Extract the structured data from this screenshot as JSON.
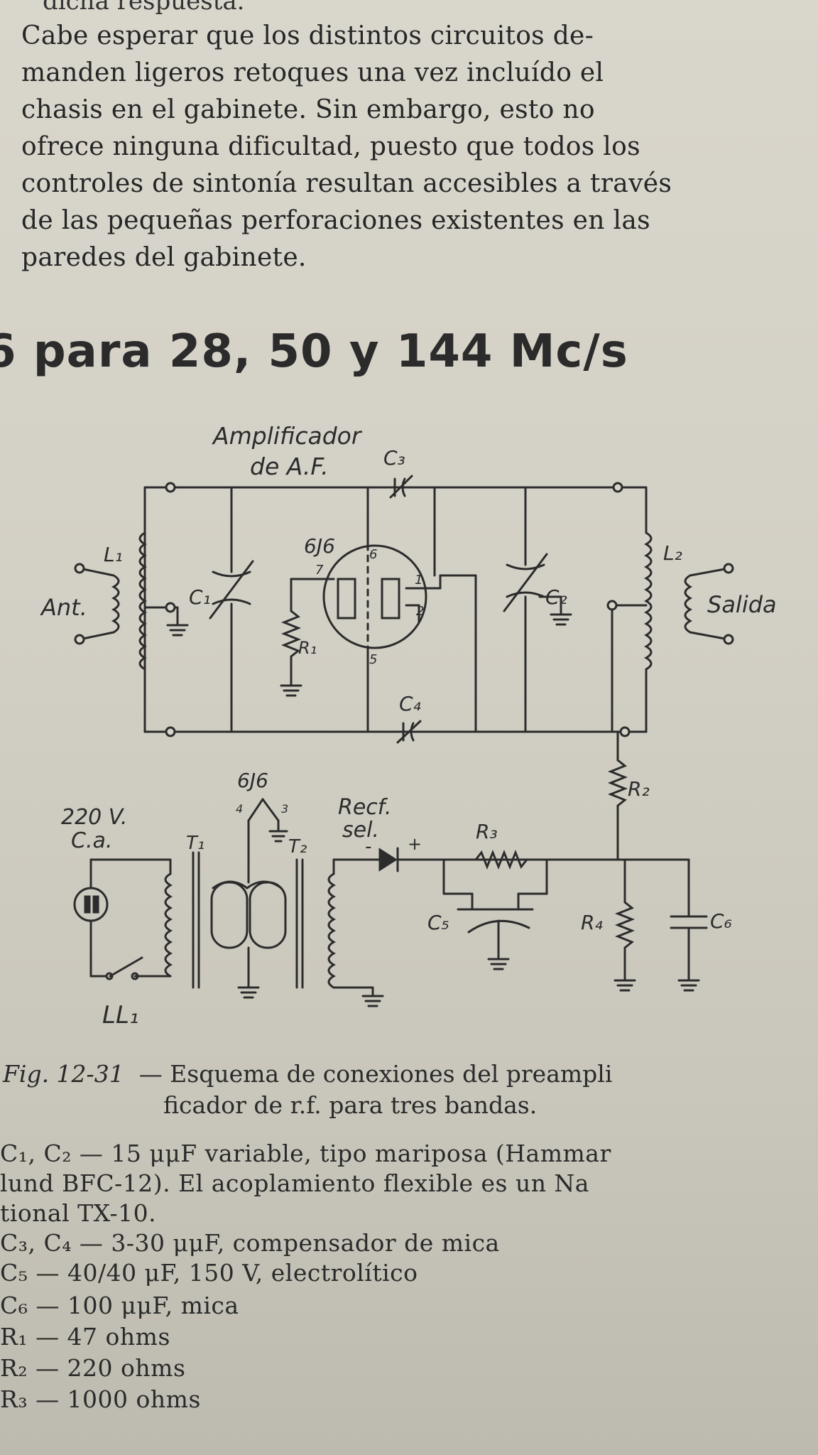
{
  "top_fragment": "dicha respuesta.",
  "paragraph": [
    "    Cabe esperar que los distintos circuitos de-",
    "manden ligeros retoques una vez incluído el",
    "chasis en el gabinete. Sin embargo, esto no",
    "ofrece ninguna dificultad, puesto que todos los",
    "controles de sintonía resultan accesibles a través",
    "de las pequeñas perforaciones existentes en las",
    "paredes del gabinete."
  ],
  "heading": "6 para 28, 50 y 144 Mc/s",
  "diagram": {
    "amp_label_1": "Amplificador",
    "amp_label_2": "de A.F.",
    "c3": "C₃",
    "c4": "C₄",
    "c1": "C₁",
    "c2": "C₂",
    "l1": "L₁",
    "l2": "L₂",
    "ant": "Ant.",
    "salida": "Salida",
    "tube": "6J6",
    "tube2": "6J6",
    "pin7": "7",
    "pin6": "6",
    "pin1": "1",
    "pin2": "2",
    "pin5": "5",
    "pin4": "4",
    "pin3": "3",
    "r1": "R₁",
    "r2": "R₂",
    "r3": "R₃",
    "r4": "R₄",
    "c5": "C₅",
    "c6": "C₆",
    "mains_1": "220 V.",
    "mains_2": "C.a.",
    "t1": "T₁",
    "t2": "T₂",
    "rect_1": "Recf.",
    "rect_2": "sel.",
    "minus": "-",
    "plus": "+",
    "ll1": "LL₁"
  },
  "caption": {
    "fig": "Fig. 12-31",
    "line1": "— Esquema de conexiones del preampli",
    "line2": "ficador de r.f. para tres bandas."
  },
  "parts": [
    "C₁, C₂ — 15 μμF variable, tipo mariposa (Hammar",
    "    lund BFC-12). El acoplamiento flexible es un Na",
    "    tional TX-10.",
    "C₃, C₄ — 3-30 μμF, compensador de mica",
    "C₅ — 40/40 μF, 150 V, electrolítico",
    "C₆ — 100 μμF, mica",
    "R₁ — 47 ohms",
    "R₂ — 220 ohms",
    "R₃ — 1000 ohms"
  ]
}
